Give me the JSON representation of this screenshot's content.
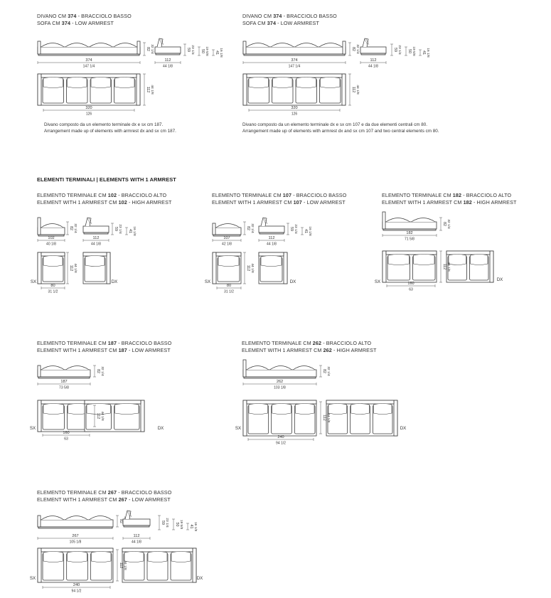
{
  "sofa374_basso": {
    "l1_pre": "DIVANO CM ",
    "l1_num": "374",
    "l1_post": " - BRACCIOLO BASSO",
    "l2_pre": "SOFA CM ",
    "l2_num": "374",
    "l2_post": " - LOW ARMREST",
    "note1": "Divano composto da un elemento terminale dx e sx cm 187.",
    "note2": "Arrangement made up of elements with armrest dx and sx cm 187.",
    "w_cm": "374",
    "w_in": "147 1/4",
    "d_cm": "112",
    "d_in": "44 1/8",
    "plan_w_cm": "320",
    "plan_w_in": "126",
    "plan_d_cm": "112",
    "plan_d_in": "44 1/8",
    "h_seat_cm": "82",
    "h_seat_in": "32 1/4",
    "s_h1_cm": "59",
    "s_h1_in": "23 1/4",
    "s_h2_cm": "50",
    "s_h2_in": "19 5/8",
    "s_h3_cm": "41",
    "s_h3_in": "16 1/8"
  },
  "sofa374_centrali": {
    "l1_pre": "DIVANO CM ",
    "l1_num": "374",
    "l1_post": " - BRACCIOLO BASSO",
    "l2_pre": "SOFA CM ",
    "l2_num": "374",
    "l2_post": " - LOW ARMREST",
    "note1": "Divano composto da un elemento terminale dx e sx cm 107 e da due elementi centrali cm 80.",
    "note2": "Arrangement made up of elements with armrest dx and sx cm 107 and two central elements cm 80.",
    "w_cm": "374",
    "w_in": "147 1/4",
    "d_cm": "112",
    "d_in": "44 1/8",
    "plan_w_cm": "320",
    "plan_w_in": "126",
    "plan_d_cm": "112",
    "plan_d_in": "44 1/8",
    "h_seat_cm": "82",
    "h_seat_in": "32 1/4",
    "s_h1_cm": "59",
    "s_h1_in": "23 1/4",
    "s_h2_cm": "50",
    "s_h2_in": "19 5/8",
    "s_h3_cm": "41",
    "s_h3_in": "16 1/8"
  },
  "section_title": "ELEMENTI TERMINALI | ELEMENTS WITH 1 ARMREST",
  "sx": "SX",
  "dx": "DX",
  "el102": {
    "l1_pre": "ELEMENTO TERMINALE CM ",
    "l1_num": "102",
    "l1_post": " - BRACCIOLO ALTO",
    "l2_pre": "ELEMENT WITH 1 ARMREST CM ",
    "l2_num": "102",
    "l2_post": " - HIGH ARMREST",
    "w_cm": "102",
    "w_in": "40 1/8",
    "d_cm": "112",
    "d_in": "44 1/8",
    "pw_cm": "80",
    "pw_in": "31 1/2",
    "pd_cm": "112",
    "pd_in": "44 1/8",
    "h_cm": "82",
    "h_in": "32 1/4",
    "s1_cm": "59",
    "s1_in": "23 1/4",
    "s2_cm": "41",
    "s2_in": "16 1/8"
  },
  "el107": {
    "l1_pre": "ELEMENTO TERMINALE CM ",
    "l1_num": "107",
    "l1_post": " - BRACCIOLO BASSO",
    "l2_pre": "ELEMENT WITH 1 ARMREST CM ",
    "l2_num": "107",
    "l2_post": " - LOW ARMREST",
    "w_cm": "107",
    "w_in": "42 1/8",
    "d_cm": "112",
    "d_in": "44 1/8",
    "pw_cm": "80",
    "pw_in": "31 1/2",
    "pd_cm": "112",
    "pd_in": "44 1/8",
    "h_cm": "82",
    "h_in": "32 1/4",
    "s1_cm": "59",
    "s1_in": "23 1/4",
    "s2_cm": "41",
    "s2_in": "16 1/8"
  },
  "el182": {
    "l1_pre": "ELEMENTO TERMINALE CM ",
    "l1_num": "182",
    "l1_post": " - BRACCIOLO ALTO",
    "l2_pre": "ELEMENT WITH 1 ARMREST CM ",
    "l2_num": "182",
    "l2_post": " - HIGH ARMREST",
    "w_cm": "182",
    "w_in": "71 5/8",
    "pw_cm": "160",
    "pw_in": "63",
    "pd_cm": "112",
    "pd_in": "44 1/8",
    "h_cm": "82",
    "h_in": "32 1/4"
  },
  "el187": {
    "l1_pre": "ELEMENTO TERMINALE CM ",
    "l1_num": "187",
    "l1_post": " - BRACCIOLO BASSO",
    "l2_pre": "ELEMENT WITH 1 ARMREST CM ",
    "l2_num": "187",
    "l2_post": " - LOW ARMREST",
    "w_cm": "187",
    "w_in": "73 5/8",
    "pw_cm": "160",
    "pw_in": "63",
    "pd_cm": "112",
    "pd_in": "44 1/8",
    "h_cm": "82",
    "h_in": "32 1/4"
  },
  "el262": {
    "l1_pre": "ELEMENTO TERMINALE CM ",
    "l1_num": "262",
    "l1_post": " - BRACCIOLO ALTO",
    "l2_pre": "ELEMENT WITH 1 ARMREST CM ",
    "l2_num": "262",
    "l2_post": " - HIGH ARMREST",
    "w_cm": "262",
    "w_in": "103 1/8",
    "pw_cm": "240",
    "pw_in": "94 1/2",
    "pd_cm": "112",
    "pd_in": "44 1/8",
    "h_cm": "82",
    "h_in": "32 1/4"
  },
  "el267": {
    "l1_pre": "ELEMENTO TERMINALE CM ",
    "l1_num": "267",
    "l1_post": " - BRACCIOLO BASSO",
    "l2_pre": "ELEMENT WITH 1 ARMREST CM ",
    "l2_num": "267",
    "l2_post": " - LOW ARMREST",
    "w_cm": "267",
    "w_in": "105 1/8",
    "d_cm": "112",
    "d_in": "44 1/8",
    "pw_cm": "240",
    "pw_in": "94 1/2",
    "pd_cm": "112",
    "pd_in": "44 1/8",
    "h_cm": "82",
    "h_in": "32 1/4",
    "s_h1_cm": "59",
    "s_h1_in": "23 1/4",
    "s_h2_cm": "50",
    "s_h2_in": "19 5/8",
    "s_h3_cm": "41",
    "s_h3_in": "16 1/8"
  },
  "colors": {
    "line": "#3a3a3a",
    "dim": "#555555",
    "fill": "#ffffff"
  }
}
